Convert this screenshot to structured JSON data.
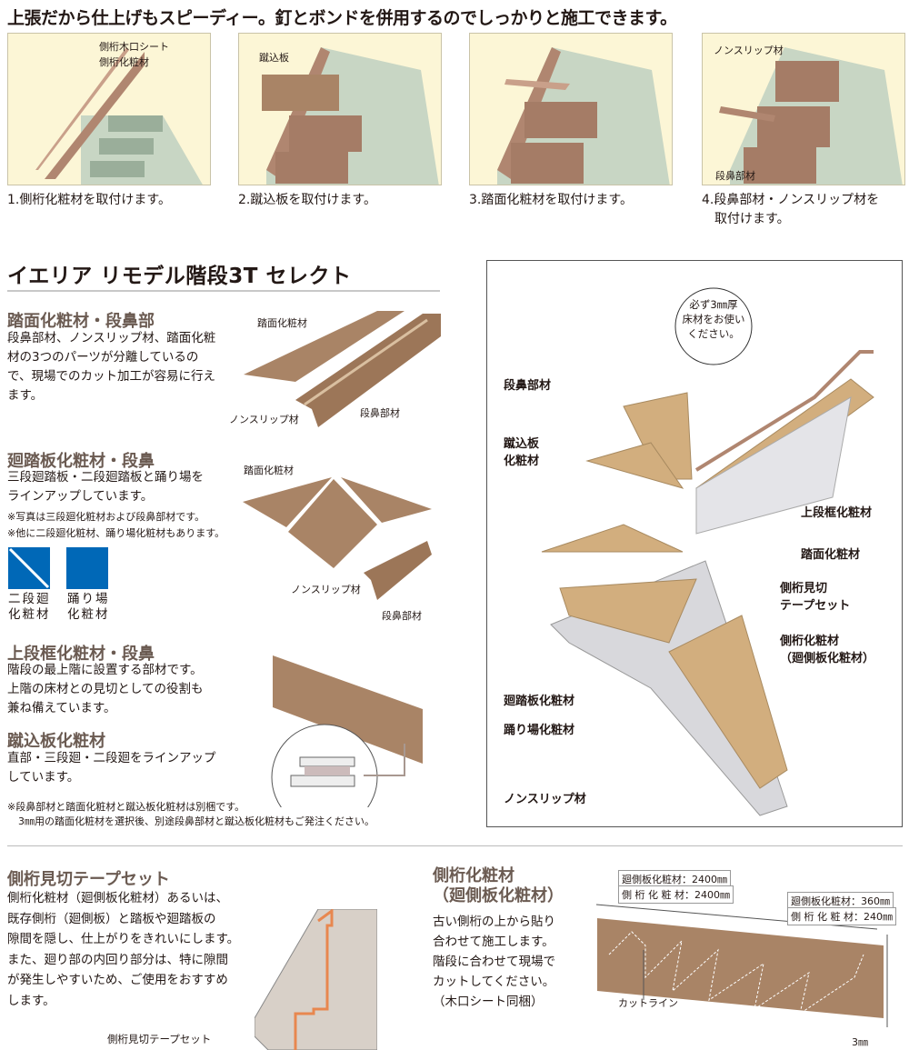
{
  "headline": "上張だから仕上げもスピーディー。釘とボンドを併用するのでしっかりと施工できます。",
  "steps": [
    {
      "caption": "1.側桁化粧材を取付けます。",
      "labels": [
        "側桁木口シート",
        "側桁化粧材"
      ]
    },
    {
      "caption": "2.蹴込板を取付けます。",
      "labels": [
        "蹴込板"
      ]
    },
    {
      "caption": "3.踏面化粧材を取付けます。",
      "labels": []
    },
    {
      "caption_l1": "4.段鼻部材・ノンスリップ材を",
      "caption_l2": "取付けます。",
      "labels": [
        "ノンスリップ材",
        "段鼻部材"
      ]
    }
  ],
  "product_title": "イエリア リモデル階段3T セレクト",
  "sections": {
    "tread": {
      "heading": "踏面化粧材・段鼻部",
      "lines": [
        "段鼻部材、ノンスリップ材、踏面化粧",
        "材の3つのパーツが分離しているの",
        "で、現場でのカット加工が容易に行え",
        "ます。"
      ],
      "labels": [
        "踏面化粧材",
        "ノンスリップ材",
        "段鼻部材"
      ]
    },
    "winder": {
      "heading": "廻踏板化粧材・段鼻",
      "lines": [
        "三段廻踏板・二段廻踏板と踊り場を",
        "ラインアップしています。"
      ],
      "notes": [
        "※写真は三段廻化粧材および段鼻部材です。",
        "※他に二段廻化粧材、踊り場化粧材もあります。"
      ],
      "icons": [
        {
          "l1": "二段廻",
          "l2": "化粧材"
        },
        {
          "l1": "踊り場",
          "l2": "化粧材"
        }
      ],
      "labels": [
        "踏面化粧材",
        "ノンスリップ材",
        "段鼻部材"
      ],
      "icon_color": "#0068b7"
    },
    "top": {
      "heading": "上段框化粧材・段鼻",
      "lines": [
        "階段の最上階に設置する部材です。",
        "上階の床材との見切としての役割も",
        "兼ね備えています。"
      ]
    },
    "riser": {
      "heading": "蹴込板化粧材",
      "lines": [
        "直部・三段廻・二段廻をラインアップ",
        "しています。"
      ]
    },
    "footnote": [
      "※段鼻部材と踏面化粧材と蹴込板化粧材は別梱です。",
      "3㎜用の踏面化粧材を選択後、別途段鼻部材と蹴込板化粧材もご発注ください。"
    ]
  },
  "diagram": {
    "bubble": [
      "必ず3㎜厚",
      "床材をお使い",
      "ください。"
    ],
    "labels": {
      "nosing": "段鼻部材",
      "riser_l1": "蹴込板",
      "riser_l2": "化粧材",
      "top": "上段框化粧材",
      "tread": "踏面化粧材",
      "tape_l1": "側桁見切",
      "tape_l2": "テープセット",
      "side_l1": "側桁化粧材",
      "side_l2": "（廻側板化粧材）",
      "winder": "廻踏板化粧材",
      "landing": "踊り場化粧材",
      "nonslip": "ノンスリップ材"
    }
  },
  "tape": {
    "heading": "側桁見切テープセット",
    "lines": [
      "側桁化粧材（廻側板化粧材）あるいは、",
      "既存側桁（廻側板）と踏板や廻踏板の",
      "隙間を隠し、仕上がりをきれいにします。",
      "また、廻り部の内回り部分は、特に隙間",
      "が発生しやすいため、ご使用をおすすめ",
      "します。"
    ],
    "label": "側桁見切テープセット"
  },
  "side": {
    "heading_l1": "側桁化粧材",
    "heading_l2": "（廻側板化粧材）",
    "lines": [
      "古い側桁の上から貼り",
      "合わせて施工します。",
      "階段に合わせて現場で",
      "カットしてください。",
      "（木口シート同梱）"
    ],
    "dims": [
      "廻側板化粧材：2400㎜",
      "側 桁 化 粧 材：2400㎜",
      "廻側板化粧材：360㎜",
      "側 桁 化 粧 材：240㎜"
    ],
    "cut_label": "カットライン",
    "thickness": "3㎜"
  },
  "colors": {
    "wood": "#a98466",
    "panel_bg": "#fcf6d6",
    "heading": "#6b5b52",
    "blue": "#0068b7",
    "tape": "#e8874f"
  }
}
